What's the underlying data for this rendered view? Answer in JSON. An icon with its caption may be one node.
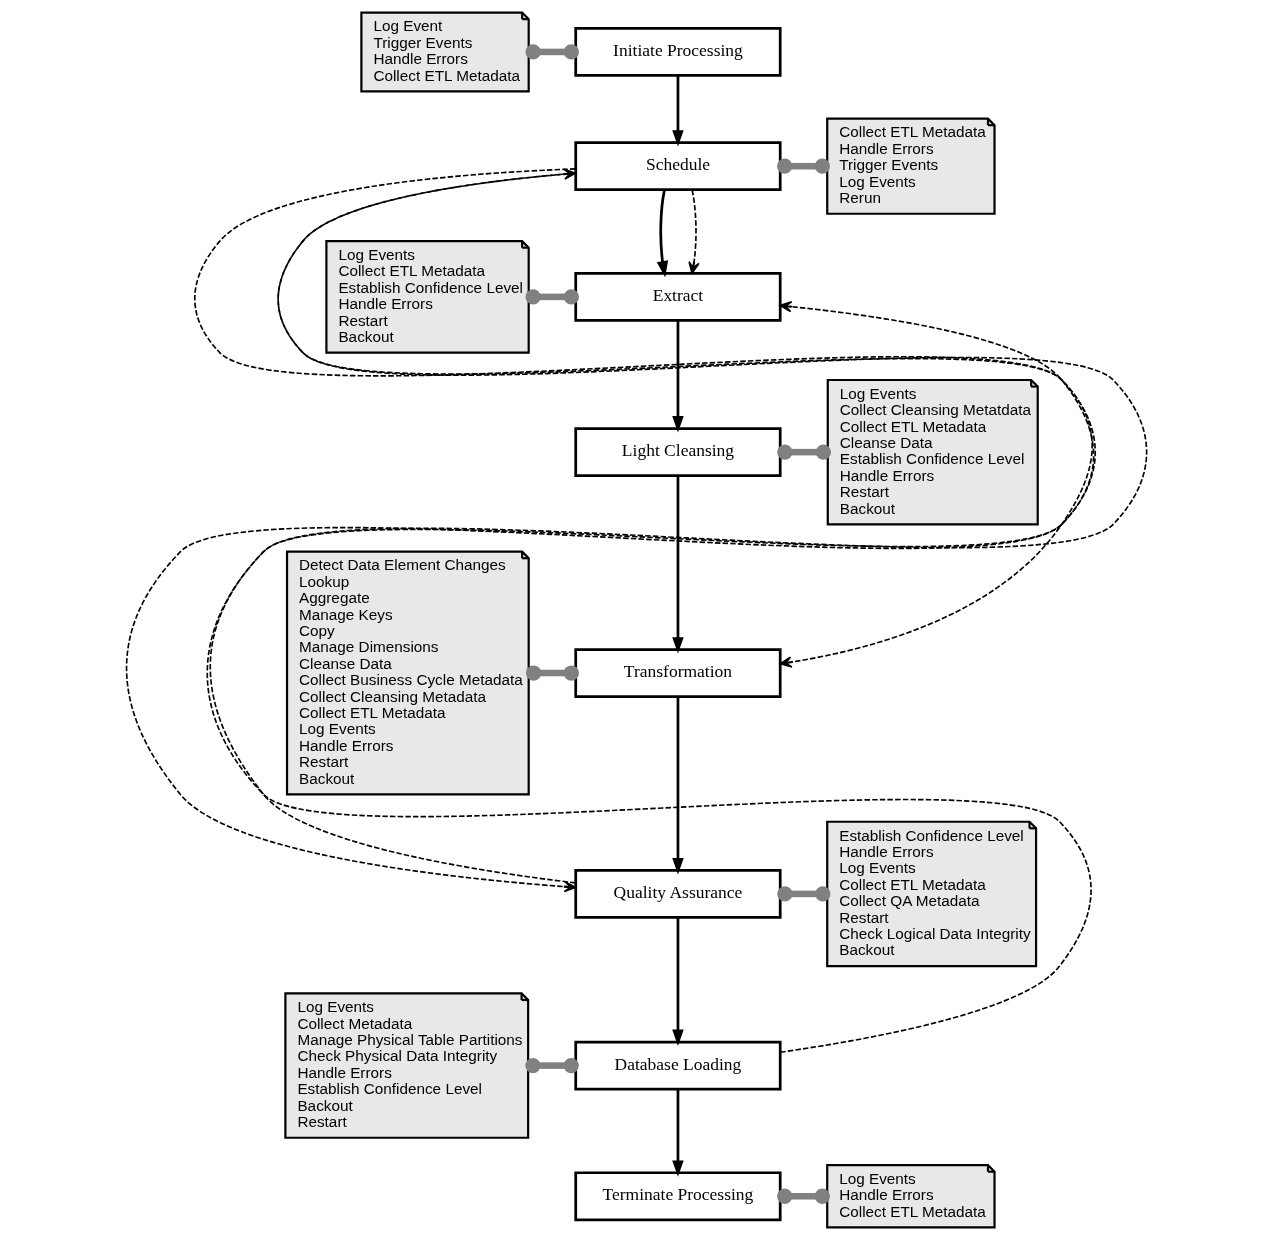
{
  "diagram": {
    "nodes": [
      {
        "text": [
          "Initiate Processing"
        ]
      },
      {
        "text": [
          "Schedule"
        ]
      },
      {
        "text": [
          "Extract"
        ]
      },
      {
        "text": [
          "Light Cleansing"
        ]
      },
      {
        "text": [
          "Transformation"
        ]
      },
      {
        "text": [
          "Quality Assurance"
        ]
      },
      {
        "text": [
          "Database Loading"
        ]
      },
      {
        "text": [
          "Terminate Processing"
        ]
      },
      {
        "text": [
          "Log Event",
          "Trigger Events",
          "Handle Errors",
          "Collect ETL Metadata"
        ]
      },
      {
        "text": [
          "Collect ETL Metadata",
          "Handle Errors",
          "Trigger Events",
          "Log Events",
          "Rerun"
        ]
      },
      {
        "text": [
          "Log Events",
          "Collect ETL Metadata",
          "Establish Confidence Level",
          "Handle Errors",
          "Restart",
          "Backout"
        ]
      },
      {
        "text": [
          "Log Events",
          "Collect Cleansing Metatdata",
          "Collect ETL Metadata",
          "Cleanse Data",
          "Establish Confidence Level",
          "Handle Errors",
          "Restart",
          "Backout"
        ]
      },
      {
        "text": [
          "Detect Data Element Changes",
          "Lookup",
          "Aggregate",
          "Manage Keys",
          "Copy",
          "Manage Dimensions",
          "Cleanse Data",
          "Collect Business Cycle Metadata",
          "Collect Cleansing Metadata",
          "Collect ETL Metadata",
          "Log Events",
          "Handle Errors",
          "Restart",
          "Backout"
        ]
      },
      {
        "text": [
          "Establish Confidence Level",
          "Handle Errors",
          "Log Events",
          "Collect ETL Metadata",
          "Collect QA Metadata",
          "Restart",
          "Check Logical Data Integrity",
          "Backout"
        ]
      },
      {
        "text": [
          "Log Events",
          "Collect Metadata",
          "Manage Physical Table Partitions",
          "Check Physical Data Integrity",
          "Handle Errors",
          "Establish Confidence Level",
          "Backout",
          "Restart"
        ]
      },
      {
        "text": [
          "Log Events",
          "Handle Errors",
          "Collect ETL Metadata"
        ]
      }
    ],
    "edges": [
      {
        "from": 0,
        "to": 1,
        "arrow": "to"
      },
      {
        "from": 1,
        "to": 2,
        "arrow": "to"
      },
      {
        "from": 2,
        "to": 3,
        "arrow": "to"
      },
      {
        "from": 3,
        "to": 4,
        "arrow": "to"
      },
      {
        "from": 4,
        "to": 5,
        "arrow": "to"
      },
      {
        "from": 5,
        "to": 6,
        "arrow": "to"
      },
      {
        "from": 6,
        "to": 7,
        "arrow": "to"
      },
      {
        "from": 6,
        "to": 1,
        "arrow": "to",
        "style": "dashed"
      },
      {
        "from": 5,
        "to": 2,
        "arrow": "to",
        "style": "dashed"
      },
      {
        "from": 1,
        "to": 2,
        "arrow": "to",
        "style": "dashed"
      },
      {
        "from": 1,
        "to": 4,
        "arrow": "to",
        "style": "dashed"
      },
      {
        "from": 1,
        "to": 5,
        "arrow": "to",
        "style": "dashed"
      },
      {
        "from": 8,
        "to": 0,
        "arrow": "other",
        "style": "thick",
        "color": "#808080"
      },
      {
        "from": 9,
        "to": 1,
        "arrow": "other",
        "style": "thick",
        "color": "#808080"
      },
      {
        "from": 10,
        "to": 2,
        "arrow": "other",
        "style": "thick",
        "color": "#808080"
      },
      {
        "from": 11,
        "to": 3,
        "arrow": "other",
        "style": "thick",
        "color": "#808080"
      },
      {
        "from": 12,
        "to": 4,
        "arrow": "other",
        "style": "thick",
        "color": "#808080"
      },
      {
        "from": 13,
        "to": 5,
        "arrow": "other",
        "style": "thick",
        "color": "#808080"
      },
      {
        "from": 14,
        "to": 6,
        "arrow": "other",
        "style": "thick",
        "color": "#808080"
      },
      {
        "from": 15,
        "to": 7,
        "arrow": "other",
        "style": "thick",
        "color": "#808080"
      }
    ]
  }
}
